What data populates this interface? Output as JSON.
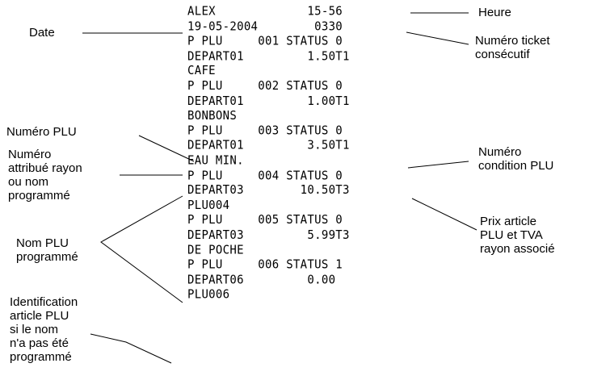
{
  "receipt": {
    "lines": [
      "ALEX             15-56",
      "19-05-2004        0330",
      "P PLU     001 STATUS 0",
      "DEPART01         1.50T1",
      "CAFE",
      "P PLU     002 STATUS 0",
      "DEPART01         1.00T1",
      "BONBONS",
      "P PLU     003 STATUS 0",
      "DEPART01         3.50T1",
      "EAU MIN.",
      "P PLU     004 STATUS 0",
      "DEPART03        10.50T3",
      "PLU004",
      "P PLU     005 STATUS 0",
      "DEPART03         5.99T3",
      "DE POCHE",
      "P PLU     006 STATUS 1",
      "DEPART06         0.00",
      "PLU006"
    ]
  },
  "labels": {
    "heure": "Heure",
    "date": "Date",
    "ticket": [
      "Numéro ticket",
      "consécutif"
    ],
    "plu_number": "Numéro PLU",
    "rayon": [
      "Numéro",
      "attribué rayon",
      "ou nom",
      "programmé"
    ],
    "condition": [
      "Numéro",
      "condition PLU"
    ],
    "prix": [
      "Prix article",
      "PLU et TVA",
      "rayon associé"
    ],
    "nom_plu": [
      "Nom PLU",
      "programmé"
    ],
    "identification": [
      "Identification",
      "article PLU",
      "si le nom",
      "n'a pas été",
      "programmé"
    ]
  }
}
